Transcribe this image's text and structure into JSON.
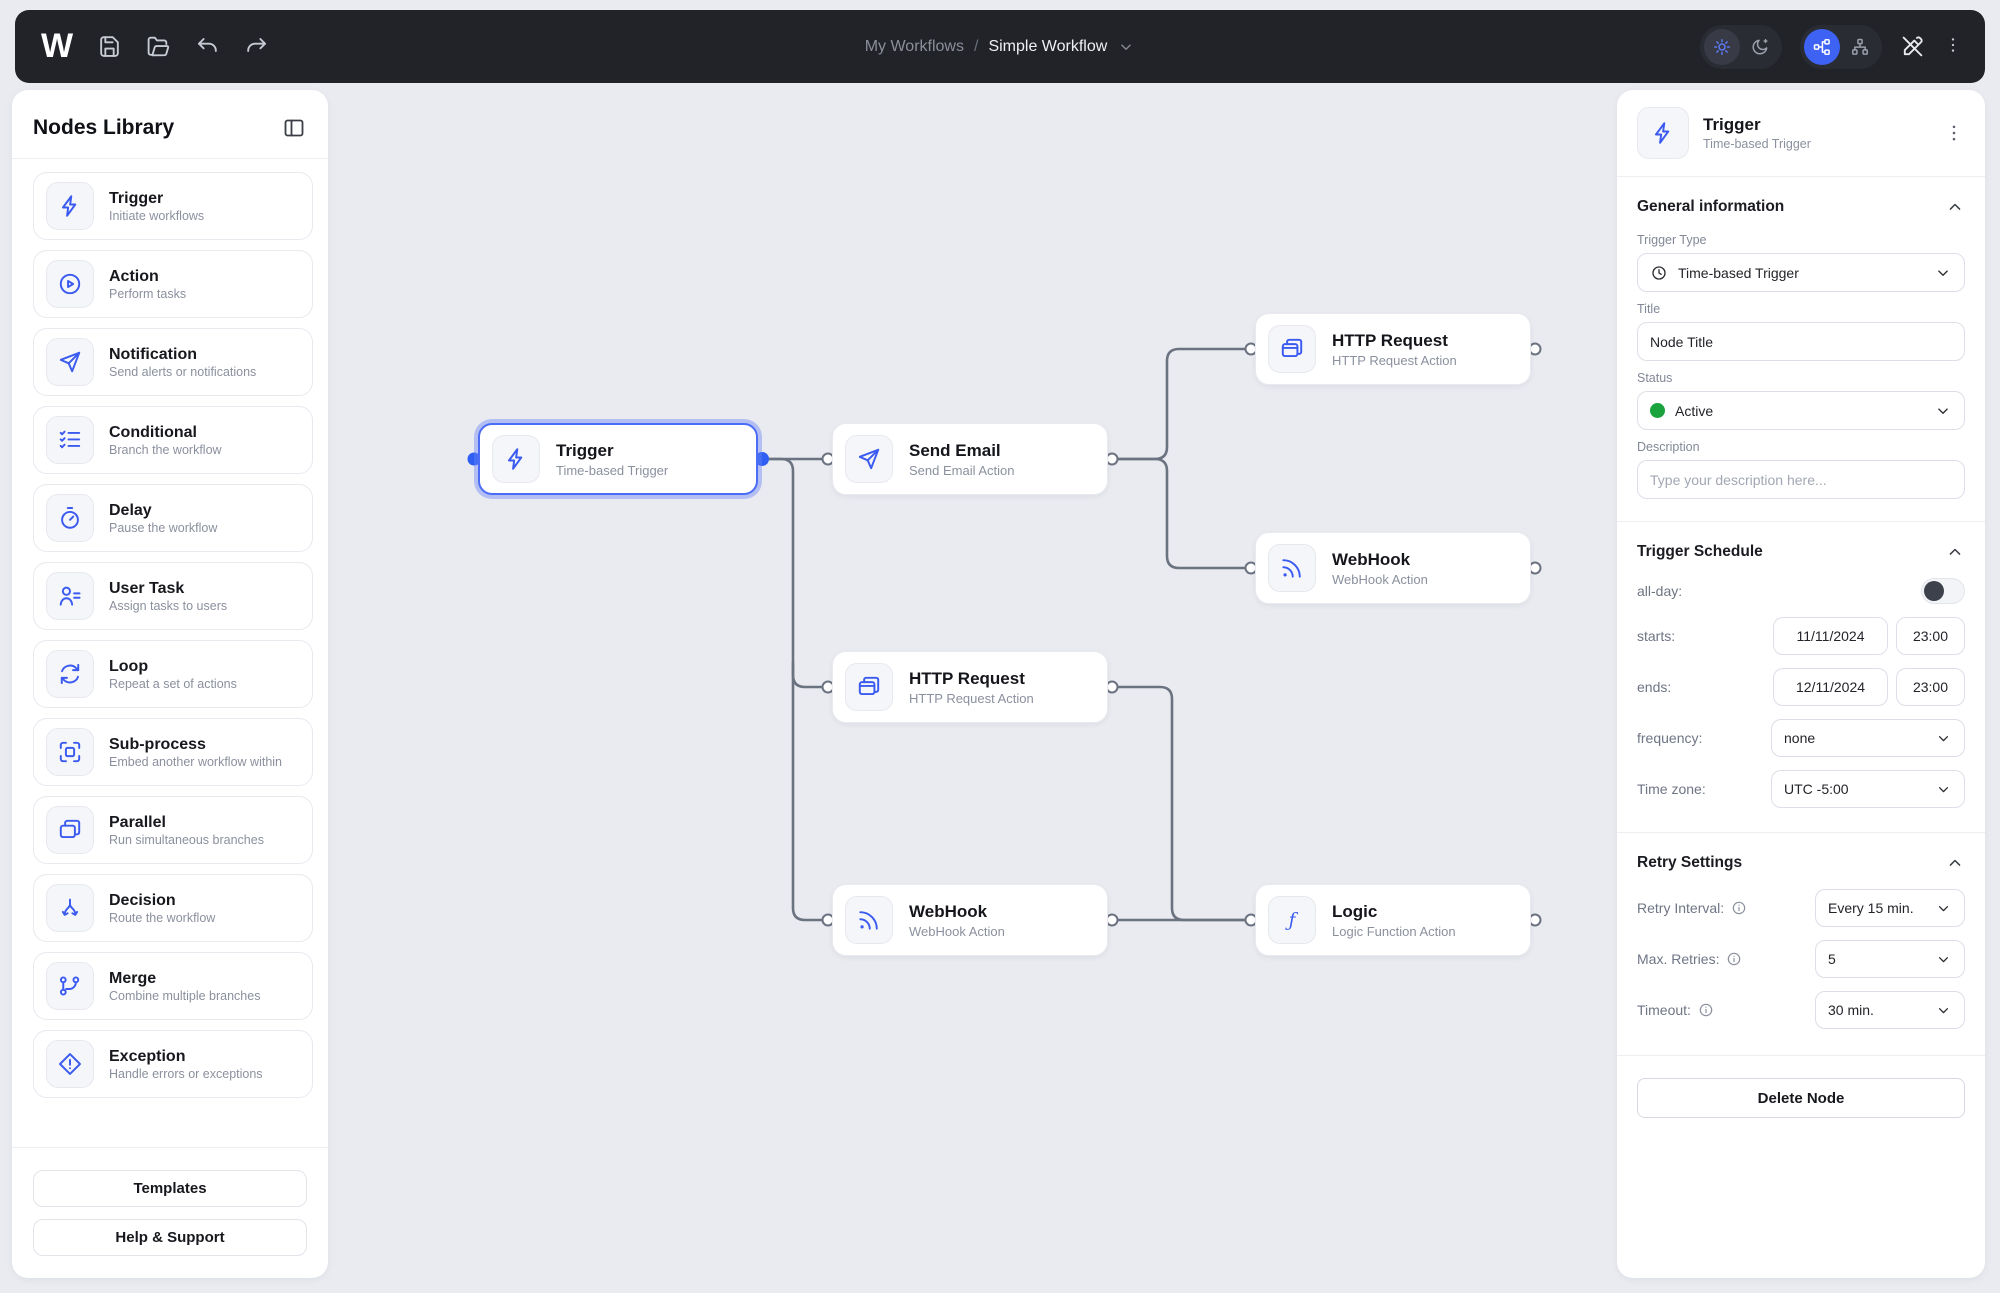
{
  "topbar": {
    "logo_text": "W",
    "breadcrumb": {
      "parent": "My Workflows",
      "separator": "/",
      "current": "Simple Workflow"
    }
  },
  "sidebar": {
    "title": "Nodes Library",
    "items": [
      {
        "label": "Trigger",
        "description": "Initiate workflows",
        "icon": "lightning"
      },
      {
        "label": "Action",
        "description": "Perform tasks",
        "icon": "play"
      },
      {
        "label": "Notification",
        "description": "Send alerts or notifications",
        "icon": "send"
      },
      {
        "label": "Conditional",
        "description": "Branch the workflow",
        "icon": "checklist"
      },
      {
        "label": "Delay",
        "description": "Pause the workflow",
        "icon": "stopwatch"
      },
      {
        "label": "User Task",
        "description": "Assign tasks to users",
        "icon": "user"
      },
      {
        "label": "Loop",
        "description": "Repeat a set of actions",
        "icon": "loop"
      },
      {
        "label": "Sub-process",
        "description": "Embed another workflow within",
        "icon": "subprocess"
      },
      {
        "label": "Parallel",
        "description": "Run simultaneous branches",
        "icon": "parallel"
      },
      {
        "label": "Decision",
        "description": "Route the workflow",
        "icon": "decision"
      },
      {
        "label": "Merge",
        "description": "Combine multiple branches",
        "icon": "merge"
      },
      {
        "label": "Exception",
        "description": "Handle errors or exceptions",
        "icon": "exception"
      }
    ],
    "templates_button": "Templates",
    "help_button": "Help & Support"
  },
  "canvas": {
    "nodes": [
      {
        "id": "trigger",
        "title": "Trigger",
        "subtitle": "Time-based Trigger",
        "icon": "lightning",
        "selected": true
      },
      {
        "id": "send-email",
        "title": "Send Email",
        "subtitle": "Send Email Action",
        "icon": "send"
      },
      {
        "id": "http-top",
        "title": "HTTP Request",
        "subtitle": "HTTP Request Action",
        "icon": "browser"
      },
      {
        "id": "webhook-right",
        "title": "WebHook",
        "subtitle": "WebHook Action",
        "icon": "rss"
      },
      {
        "id": "http-mid",
        "title": "HTTP Request",
        "subtitle": "HTTP Request Action",
        "icon": "browser"
      },
      {
        "id": "webhook-bottom",
        "title": "WebHook",
        "subtitle": "WebHook Action",
        "icon": "rss"
      },
      {
        "id": "logic",
        "title": "Logic",
        "subtitle": "Logic Function Action",
        "icon": "function"
      }
    ]
  },
  "inspector": {
    "title": "Trigger",
    "subtitle": "Time-based Trigger",
    "general": {
      "title": "General information",
      "trigger_type_label": "Trigger Type",
      "trigger_type_value": "Time-based Trigger",
      "title_label": "Title",
      "title_value": "Node Title",
      "status_label": "Status",
      "status_value": "Active",
      "description_label": "Description",
      "description_placeholder": "Type your description here..."
    },
    "schedule": {
      "title": "Trigger Schedule",
      "all_day_label": "all-day:",
      "starts_label": "starts:",
      "starts_date": "11/11/2024",
      "starts_time": "23:00",
      "ends_label": "ends:",
      "ends_date": "12/11/2024",
      "ends_time": "23:00",
      "frequency_label": "frequency:",
      "frequency_value": "none",
      "timezone_label": "Time zone:",
      "timezone_value": "UTC -5:00"
    },
    "retry": {
      "title": "Retry Settings",
      "interval_label": "Retry Interval:",
      "interval_value": "Every 15 min.",
      "max_retries_label": "Max. Retries:",
      "max_retries_value": "5",
      "timeout_label": "Timeout:",
      "timeout_value": "30 min."
    },
    "delete_button": "Delete Node"
  },
  "colors": {
    "accent": "#3e63f4",
    "status_active": "#1aa23c",
    "topbar_bg": "#212329",
    "canvas_bg": "#e9ebf1"
  }
}
